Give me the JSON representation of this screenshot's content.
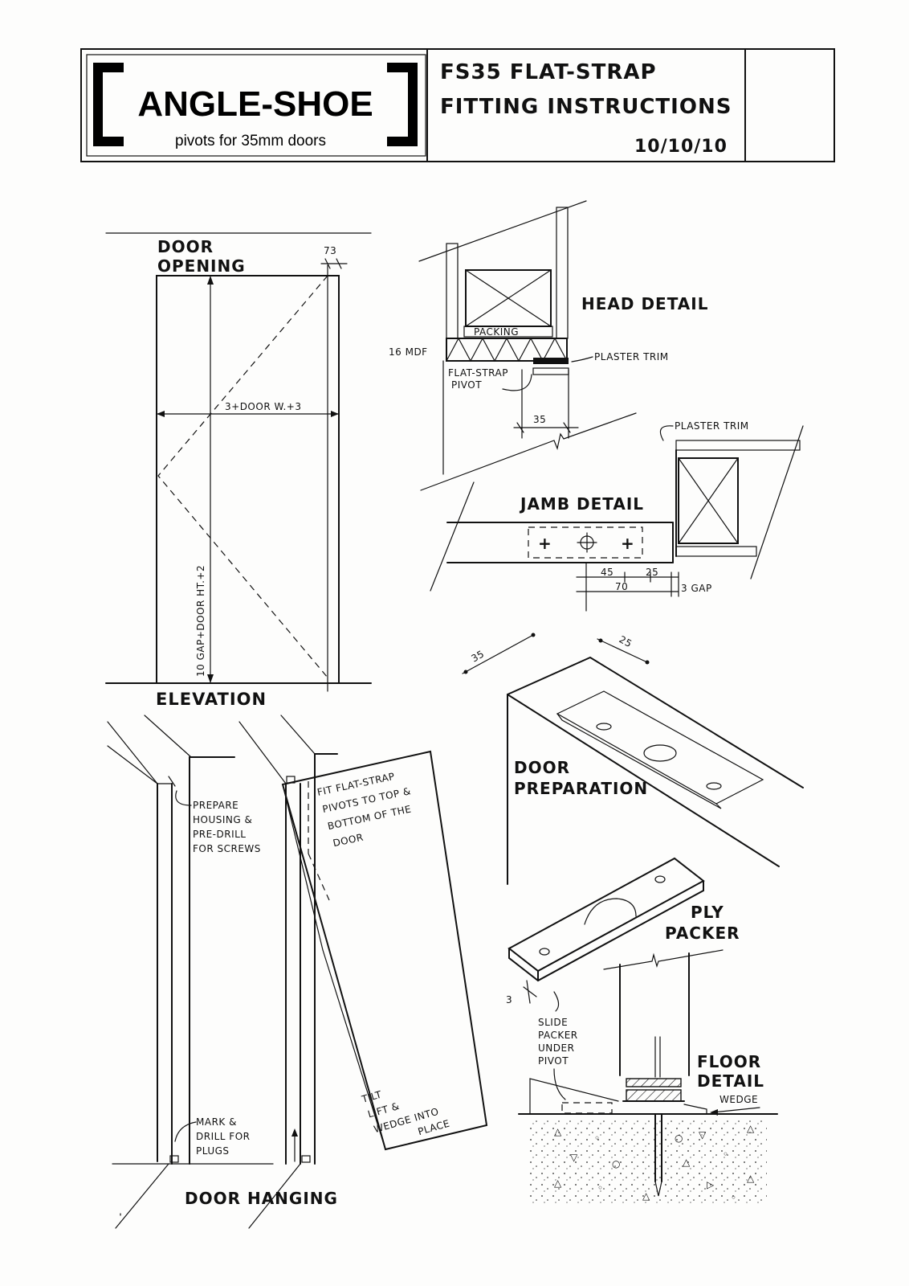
{
  "header": {
    "logo_title": "ANGLE-SHOE",
    "logo_subtitle": "pivots for 35mm doors",
    "doc_title_line1": "FS35 FLAT-STRAP",
    "doc_title_line2": "FITTING INSTRUCTIONS",
    "date": "10/10/10"
  },
  "elevation": {
    "label_door": "DOOR",
    "label_opening": "OPENING",
    "dim_top": "73",
    "dim_width": "3+DOOR W.+3",
    "dim_height": "10 GAP+DOOR HT.+2",
    "title": "ELEVATION"
  },
  "head_detail": {
    "title": "HEAD DETAIL",
    "packing": "PACKING",
    "mdf": "16 MDF",
    "plaster_trim": "PLASTER TRIM",
    "pivot_line1": "FLAT-STRAP",
    "pivot_line2": "PIVOT",
    "dim": "35"
  },
  "jamb_detail": {
    "title": "JAMB DETAIL",
    "plaster_trim": "PLASTER TRIM",
    "dim_45": "45",
    "dim_25": "25",
    "dim_70": "70",
    "gap": "3 GAP"
  },
  "door_preparation": {
    "title_line1": "DOOR",
    "title_line2": "PREPARATION",
    "dim_35": "35",
    "dim_25": "25"
  },
  "ply_packer": {
    "title_line1": "PLY",
    "title_line2": "PACKER",
    "dim_3": "3",
    "note_line1": "SLIDE",
    "note_line2": "PACKER",
    "note_line3": "UNDER",
    "note_line4": "PIVOT"
  },
  "floor_detail": {
    "title_line1": "FLOOR",
    "title_line2": "DETAIL",
    "wedge": "WEDGE"
  },
  "door_hanging": {
    "title": "DOOR HANGING",
    "note_prepare_1": "PREPARE",
    "note_prepare_2": "HOUSING &",
    "note_prepare_3": "PRE-DRILL",
    "note_prepare_4": "FOR SCREWS",
    "note_fit_1": "FIT FLAT-STRAP",
    "note_fit_2": "PIVOTS TO TOP &",
    "note_fit_3": "BOTTOM OF THE",
    "note_fit_4": "DOOR",
    "note_mark_1": "MARK &",
    "note_mark_2": "DRILL FOR",
    "note_mark_3": "PLUGS",
    "note_tilt_1": "TILT",
    "note_tilt_2": "LIFT &",
    "note_tilt_3": "WEDGE INTO",
    "note_tilt_4": "PLACE"
  }
}
